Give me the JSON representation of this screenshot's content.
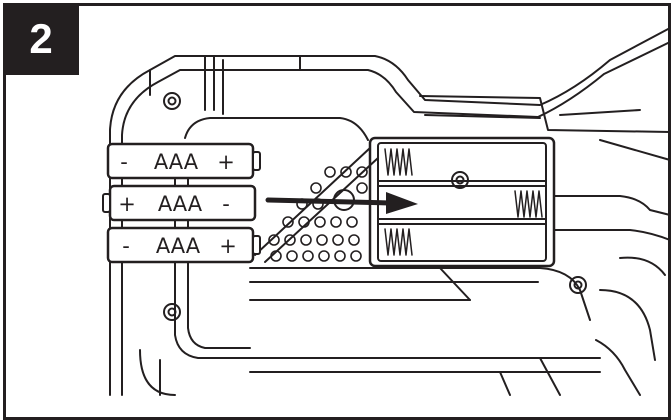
{
  "step": {
    "number": "2"
  },
  "batteries": [
    {
      "left": "-",
      "type": "AAA",
      "right": "+"
    },
    {
      "left": "+",
      "type": "AAA",
      "right": "-"
    },
    {
      "left": "-",
      "type": "AAA",
      "right": "+"
    }
  ],
  "colors": {
    "ink": "#231f20",
    "paper": "#ffffff"
  },
  "icons": [
    "arrow-right-icon",
    "spring-icon",
    "screw-icon"
  ]
}
